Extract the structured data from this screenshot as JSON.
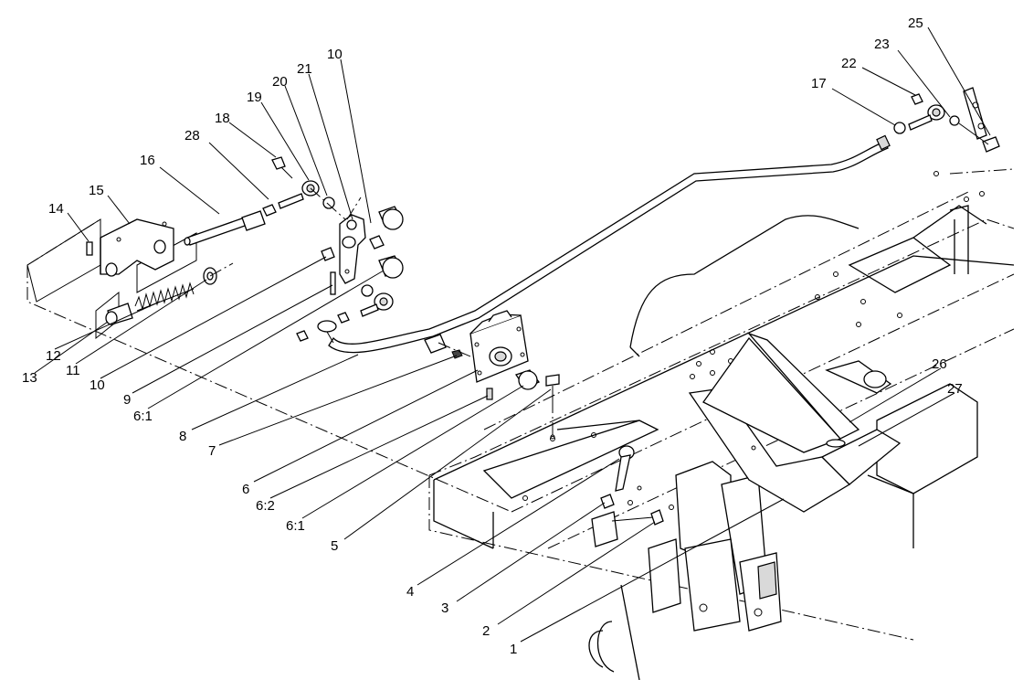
{
  "callouts": {
    "c1": "1",
    "c2": "2",
    "c3": "3",
    "c4": "4",
    "c5": "5",
    "c6_1a": "6:1",
    "c6_2": "6:2",
    "c6": "6",
    "c7": "7",
    "c8": "8",
    "c6_1b": "6:1",
    "c9": "9",
    "c10a": "10",
    "c11": "11",
    "c12": "12",
    "c13": "13",
    "c14": "14",
    "c15": "15",
    "c16": "16",
    "c28": "28",
    "c18": "18",
    "c19": "19",
    "c20": "20",
    "c21": "21",
    "c10b": "10",
    "c17": "17",
    "c22": "22",
    "c23": "23",
    "c25": "25",
    "c26": "26",
    "c27": "27"
  }
}
